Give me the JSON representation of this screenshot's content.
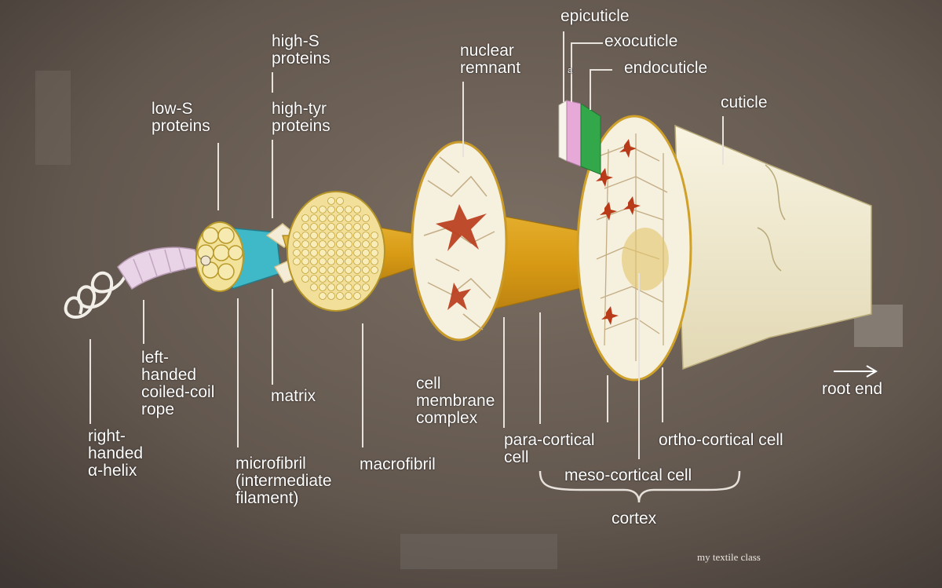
{
  "labels": {
    "epicuticle": "epicuticle",
    "exocuticle": "exocuticle",
    "a": "a",
    "endocuticle": "endocuticle",
    "cuticle": "cuticle",
    "high_s": "high-S\nproteins",
    "high_tyr": "high-tyr\nproteins",
    "nuclear": "nuclear\nremnant",
    "low_s": "low-S\nproteins",
    "left_handed": "left-\nhanded\ncoiled-coil\nrope",
    "matrix": "matrix",
    "right_handed": "right-\nhanded\nα-helix",
    "microfibril": "microfibril\n(intermediate\nfilament)",
    "macrofibril": "macrofibril",
    "cmc": "cell\nmembrane\ncomplex",
    "para": "para-cortical\ncell",
    "ortho": "ortho-cortical cell",
    "meso": "meso-cortical cell",
    "cortex": "cortex",
    "root_end": "root end"
  },
  "watermark": "my textile class",
  "colors": {
    "background": "#5b514a",
    "label": "#ffffff",
    "leader_line": "#e8e2dc",
    "fiber_gold": "#d8a21a",
    "cross_section_cream": "#f6f0df",
    "cell_red": "#b83a18",
    "microfibril_teal": "#3fb8c8",
    "endocuticle_green": "#33a84a",
    "exocuticle_pink": "#e6a9d8"
  }
}
